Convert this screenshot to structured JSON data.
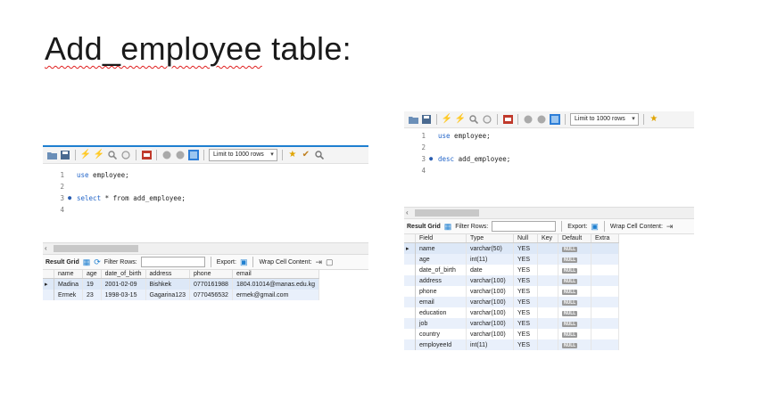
{
  "title": {
    "word1": "Add_employee",
    "word2": "table:"
  },
  "toolbar": {
    "limit_label": "Limit to 1000 rows",
    "icons": [
      "folder-icon",
      "save-icon",
      "lightning-icon",
      "lightning-cursor-icon",
      "magnifier-icon",
      "stop-icon",
      "toggle-icon",
      "check-icon",
      "cancel-icon",
      "beautify-icon",
      "star-icon"
    ]
  },
  "left": {
    "code": [
      {
        "num": "1",
        "dot": "",
        "kw": "use",
        "rest": " employee;"
      },
      {
        "num": "2",
        "dot": "",
        "kw": "",
        "rest": ""
      },
      {
        "num": "3",
        "dot": "●",
        "kw": "select",
        "rest": " * from add_employee;"
      },
      {
        "num": "4",
        "dot": "",
        "kw": "",
        "rest": ""
      }
    ],
    "resultbar": {
      "result_grid": "Result Grid",
      "filter_rows": "Filter Rows:",
      "export": "Export:",
      "wrap": "Wrap Cell Content:"
    },
    "columns": [
      "name",
      "age",
      "date_of_birth",
      "address",
      "phone",
      "email"
    ],
    "rows": [
      [
        "Madina",
        "19",
        "2001-02-09",
        "Bishkek",
        "0770161988",
        "1804.01014@manas.edu.kg"
      ],
      [
        "Ermek",
        "23",
        "1998-03-15",
        "Gagarina123",
        "0770456532",
        "ermek@gmail.com"
      ]
    ]
  },
  "right": {
    "code": [
      {
        "num": "1",
        "dot": "",
        "kw": "use",
        "rest": " employee;"
      },
      {
        "num": "2",
        "dot": "",
        "kw": "",
        "rest": ""
      },
      {
        "num": "3",
        "dot": "●",
        "kw": "desc",
        "rest": " add_employee;"
      },
      {
        "num": "4",
        "dot": "",
        "kw": "",
        "rest": ""
      }
    ],
    "resultbar": {
      "result_grid": "Result Grid",
      "filter_rows": "Filter Rows:",
      "export": "Export:",
      "wrap": "Wrap Cell Content:"
    },
    "columns": [
      "Field",
      "Type",
      "Null",
      "Key",
      "Default",
      "Extra"
    ],
    "null_label": "NULL",
    "rows": [
      [
        "name",
        "varchar(50)",
        "YES",
        "",
        "NULL",
        ""
      ],
      [
        "age",
        "int(11)",
        "YES",
        "",
        "NULL",
        ""
      ],
      [
        "date_of_birth",
        "date",
        "YES",
        "",
        "NULL",
        ""
      ],
      [
        "address",
        "varchar(100)",
        "YES",
        "",
        "NULL",
        ""
      ],
      [
        "phone",
        "varchar(100)",
        "YES",
        "",
        "NULL",
        ""
      ],
      [
        "email",
        "varchar(100)",
        "YES",
        "",
        "NULL",
        ""
      ],
      [
        "education",
        "varchar(100)",
        "YES",
        "",
        "NULL",
        ""
      ],
      [
        "job",
        "varchar(100)",
        "YES",
        "",
        "NULL",
        ""
      ],
      [
        "country",
        "varchar(100)",
        "YES",
        "",
        "NULL",
        ""
      ],
      [
        "employeeId",
        "int(11)",
        "YES",
        "",
        "NULL",
        ""
      ]
    ]
  }
}
